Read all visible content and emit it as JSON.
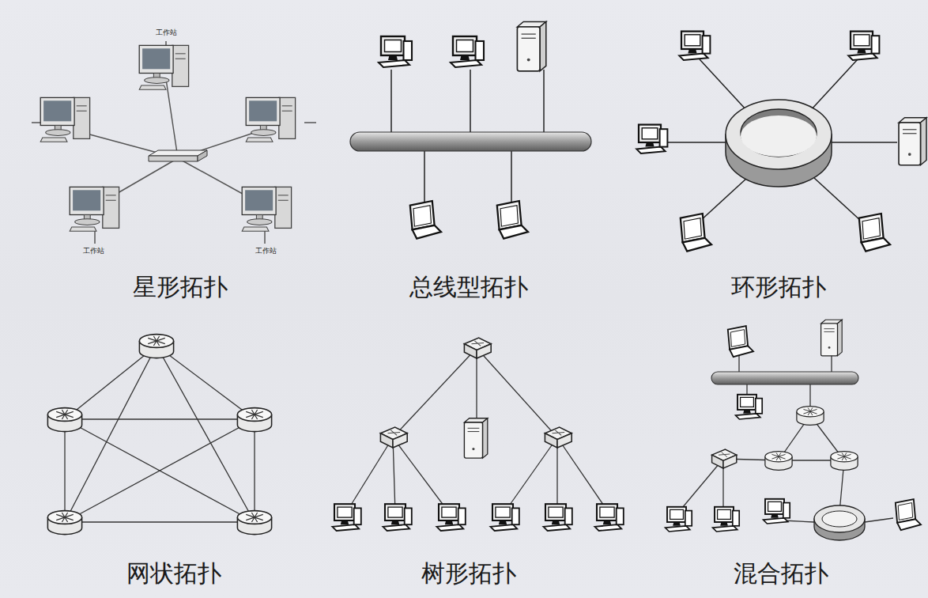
{
  "diagram": {
    "labels": [
      "工作站",
      "工作站",
      "工作站",
      "星形拓扑",
      "总线型拓扑",
      "环形拓扑",
      "网状拓扑",
      "树形拓扑",
      "混合拓扑"
    ]
  }
}
